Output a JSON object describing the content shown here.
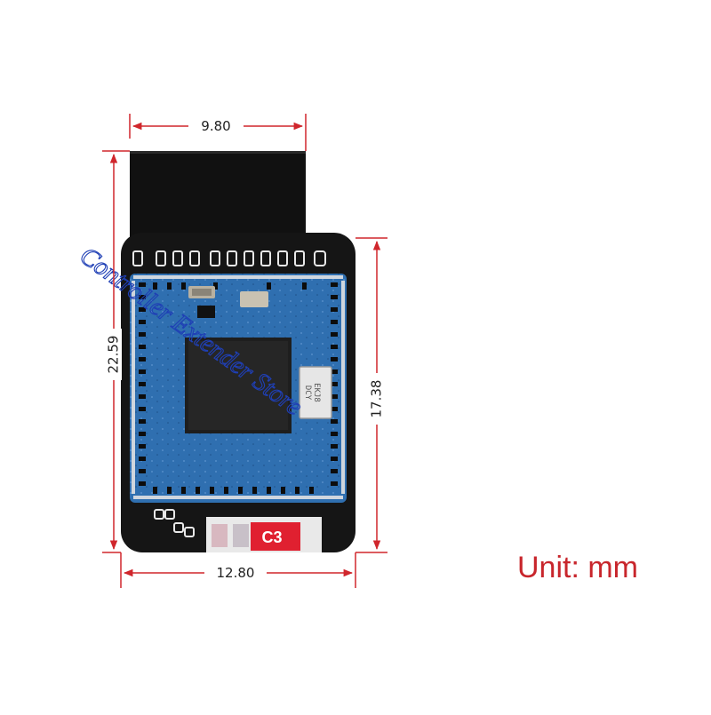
{
  "dimensions": {
    "top_width": "9.80",
    "bottom_width": "12.80",
    "total_height": "22.59",
    "body_height": "17.38"
  },
  "unit_label": "Unit: mm",
  "board": {
    "chip_marking_1": "EKJ8",
    "chip_marking_2": "DCY",
    "model_label": "C3"
  },
  "watermark": "Controller Extender Store",
  "colors": {
    "dimension_line": "#d0262c",
    "unit_text": "#c8262c",
    "pcb_black": "#151515",
    "module_blue": "#2f6fb0",
    "label_red": "#e02030",
    "watermark": "#1f3fb5"
  }
}
